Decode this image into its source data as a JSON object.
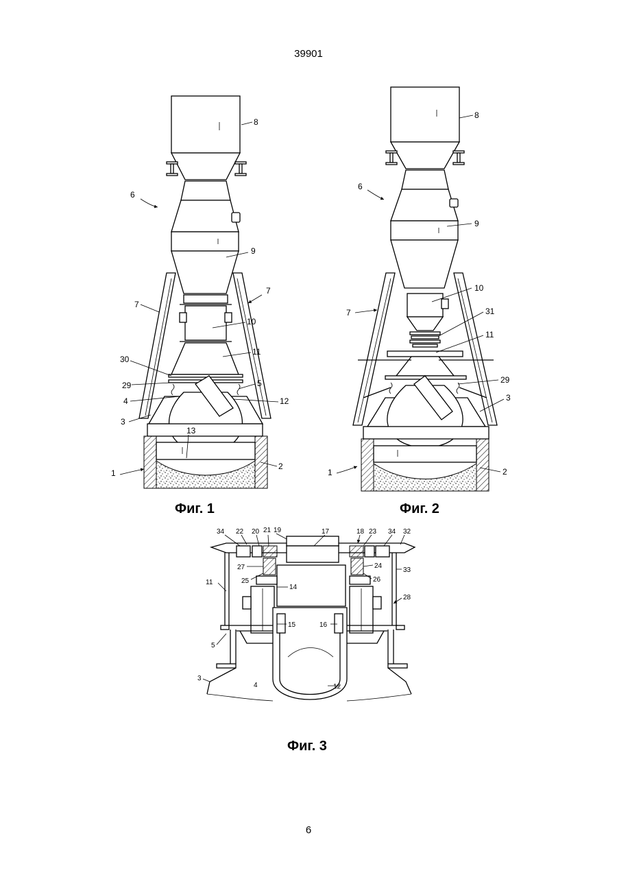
{
  "page": {
    "top_number": "39901",
    "bottom_number": "6"
  },
  "figures": [
    {
      "caption": "Фиг. 1",
      "labels": [
        "8",
        "6",
        "9",
        "7",
        "7",
        "10",
        "11",
        "30",
        "29",
        "5",
        "4",
        "12",
        "3",
        "13",
        "1",
        "2"
      ]
    },
    {
      "caption": "Фиг. 2",
      "labels": [
        "8",
        "6",
        "9",
        "10",
        "7",
        "31",
        "11",
        "29",
        "3",
        "1",
        "2"
      ]
    },
    {
      "caption": "Фиг. 3",
      "labels": [
        "34",
        "22",
        "20",
        "21",
        "19",
        "17",
        "18",
        "23",
        "34",
        "32",
        "27",
        "24",
        "33",
        "25",
        "26",
        "14",
        "11",
        "28",
        "15",
        "16",
        "5",
        "3",
        "4",
        "12"
      ]
    }
  ]
}
